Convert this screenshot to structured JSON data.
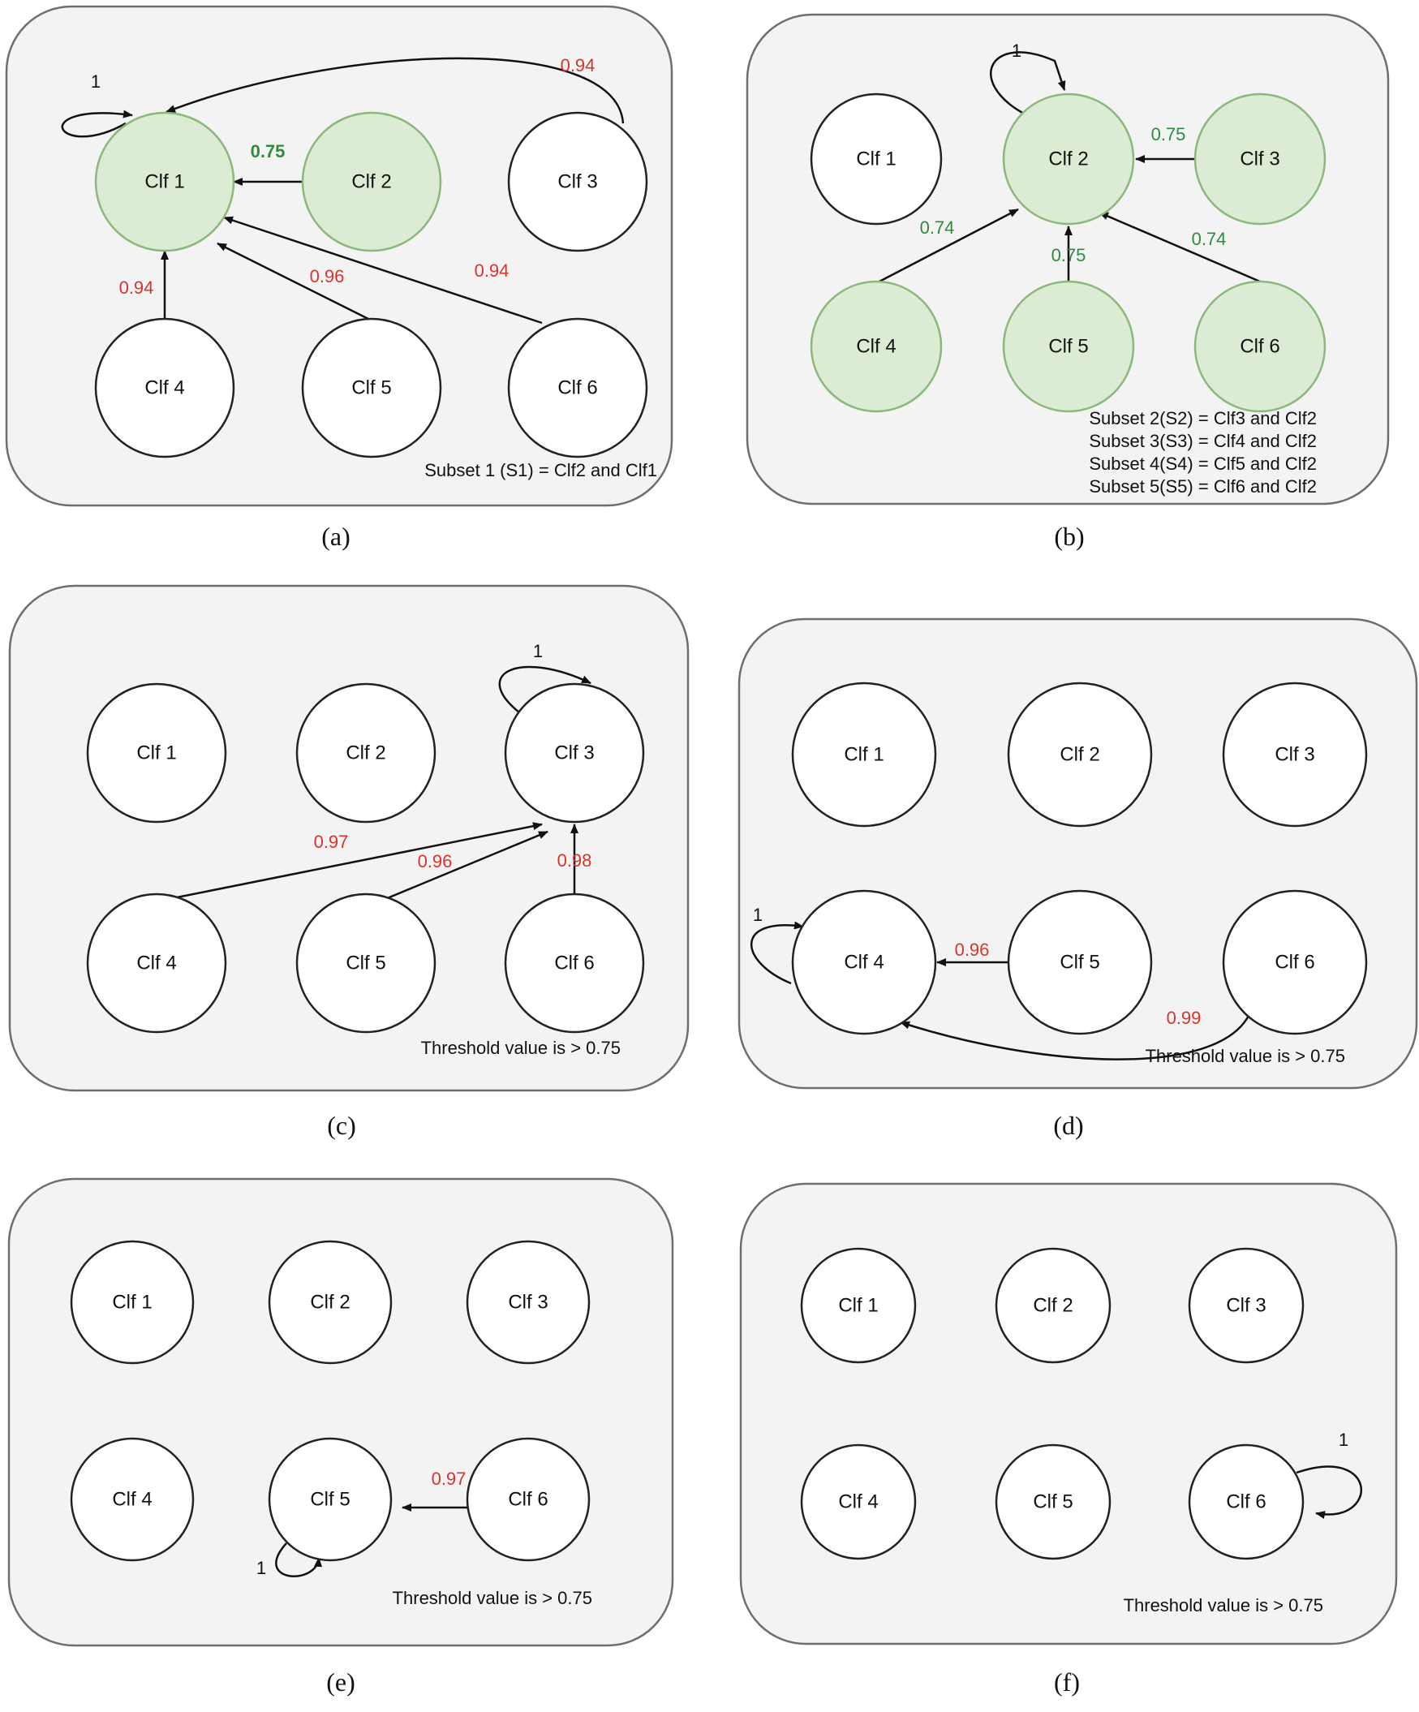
{
  "colors": {
    "panel_bg": "#f3f3f3",
    "panel_border": "#6e6e6e",
    "node_fill": "#ffffff",
    "node_highlight_fill": "#dcebd3",
    "node_highlight_border": "#8cb87c",
    "weight_red": "#d9342b",
    "weight_green": "#2e8b3e",
    "weight_black": "#111111"
  },
  "panels": [
    {
      "caption": "(a)",
      "nodes": [
        {
          "id": 1,
          "label": "Clf 1",
          "highlight": true
        },
        {
          "id": 2,
          "label": "Clf 2",
          "highlight": true
        },
        {
          "id": 3,
          "label": "Clf 3",
          "highlight": false
        },
        {
          "id": 4,
          "label": "Clf 4",
          "highlight": false
        },
        {
          "id": 5,
          "label": "Clf 5",
          "highlight": false
        },
        {
          "id": 6,
          "label": "Clf 6",
          "highlight": false
        }
      ],
      "edges": [
        {
          "from": 1,
          "to": 1,
          "weight": "1",
          "color": "black"
        },
        {
          "from": 2,
          "to": 1,
          "weight": "0.75",
          "color": "green"
        },
        {
          "from": 3,
          "to": 1,
          "weight": "0.94",
          "color": "red"
        },
        {
          "from": 4,
          "to": 1,
          "weight": "0.94",
          "color": "red"
        },
        {
          "from": 5,
          "to": 1,
          "weight": "0.96",
          "color": "red"
        },
        {
          "from": 6,
          "to": 1,
          "weight": "0.94",
          "color": "red"
        }
      ],
      "notes": [
        "Subset  1 (S1) = Clf2 and Clf1"
      ]
    },
    {
      "caption": "(b)",
      "nodes": [
        {
          "id": 1,
          "label": "Clf 1",
          "highlight": false
        },
        {
          "id": 2,
          "label": "Clf 2",
          "highlight": true
        },
        {
          "id": 3,
          "label": "Clf 3",
          "highlight": true
        },
        {
          "id": 4,
          "label": "Clf 4",
          "highlight": true
        },
        {
          "id": 5,
          "label": "Clf 5",
          "highlight": true
        },
        {
          "id": 6,
          "label": "Clf 6",
          "highlight": true
        }
      ],
      "edges": [
        {
          "from": 2,
          "to": 2,
          "weight": "1",
          "color": "black"
        },
        {
          "from": 3,
          "to": 2,
          "weight": "0.75",
          "color": "green"
        },
        {
          "from": 4,
          "to": 2,
          "weight": "0.74",
          "color": "green"
        },
        {
          "from": 5,
          "to": 2,
          "weight": "0.75",
          "color": "green"
        },
        {
          "from": 6,
          "to": 2,
          "weight": "0.74",
          "color": "green"
        }
      ],
      "notes": [
        "Subset 2(S2) = Clf3 and Clf2",
        "Subset 3(S3) = Clf4 and Clf2",
        "Subset 4(S4) = Clf5 and Clf2",
        "Subset 5(S5) = Clf6 and Clf2"
      ]
    },
    {
      "caption": "(c)",
      "nodes": [
        {
          "id": 1,
          "label": "Clf 1",
          "highlight": false
        },
        {
          "id": 2,
          "label": "Clf 2",
          "highlight": false
        },
        {
          "id": 3,
          "label": "Clf 3",
          "highlight": false
        },
        {
          "id": 4,
          "label": "Clf 4",
          "highlight": false
        },
        {
          "id": 5,
          "label": "Clf 5",
          "highlight": false
        },
        {
          "id": 6,
          "label": "Clf 6",
          "highlight": false
        }
      ],
      "edges": [
        {
          "from": 3,
          "to": 3,
          "weight": "1",
          "color": "black"
        },
        {
          "from": 4,
          "to": 3,
          "weight": "0.97",
          "color": "red"
        },
        {
          "from": 5,
          "to": 3,
          "weight": "0.96",
          "color": "red"
        },
        {
          "from": 6,
          "to": 3,
          "weight": "0.98",
          "color": "red"
        }
      ],
      "notes": [
        "Threshold value is > 0.75"
      ]
    },
    {
      "caption": "(d)",
      "nodes": [
        {
          "id": 1,
          "label": "Clf 1",
          "highlight": false
        },
        {
          "id": 2,
          "label": "Clf 2",
          "highlight": false
        },
        {
          "id": 3,
          "label": "Clf 3",
          "highlight": false
        },
        {
          "id": 4,
          "label": "Clf 4",
          "highlight": false
        },
        {
          "id": 5,
          "label": "Clf 5",
          "highlight": false
        },
        {
          "id": 6,
          "label": "Clf 6",
          "highlight": false
        }
      ],
      "edges": [
        {
          "from": 4,
          "to": 4,
          "weight": "1",
          "color": "black"
        },
        {
          "from": 5,
          "to": 4,
          "weight": "0.96",
          "color": "red"
        },
        {
          "from": 6,
          "to": 4,
          "weight": "0.99",
          "color": "red"
        }
      ],
      "notes": [
        "Threshold value is > 0.75"
      ]
    },
    {
      "caption": "(e)",
      "nodes": [
        {
          "id": 1,
          "label": "Clf 1",
          "highlight": false
        },
        {
          "id": 2,
          "label": "Clf 2",
          "highlight": false
        },
        {
          "id": 3,
          "label": "Clf 3",
          "highlight": false
        },
        {
          "id": 4,
          "label": "Clf 4",
          "highlight": false
        },
        {
          "id": 5,
          "label": "Clf 5",
          "highlight": false
        },
        {
          "id": 6,
          "label": "Clf 6",
          "highlight": false
        }
      ],
      "edges": [
        {
          "from": 5,
          "to": 5,
          "weight": "1",
          "color": "black"
        },
        {
          "from": 6,
          "to": 5,
          "weight": "0.97",
          "color": "red"
        }
      ],
      "notes": [
        "Threshold value is > 0.75"
      ]
    },
    {
      "caption": "(f)",
      "nodes": [
        {
          "id": 1,
          "label": "Clf 1",
          "highlight": false
        },
        {
          "id": 2,
          "label": "Clf 2",
          "highlight": false
        },
        {
          "id": 3,
          "label": "Clf 3",
          "highlight": false
        },
        {
          "id": 4,
          "label": "Clf 4",
          "highlight": false
        },
        {
          "id": 5,
          "label": "Clf 5",
          "highlight": false
        },
        {
          "id": 6,
          "label": "Clf 6",
          "highlight": false
        }
      ],
      "edges": [
        {
          "from": 6,
          "to": 6,
          "weight": "1",
          "color": "black"
        }
      ],
      "notes": [
        "Threshold value is > 0.75"
      ]
    }
  ]
}
